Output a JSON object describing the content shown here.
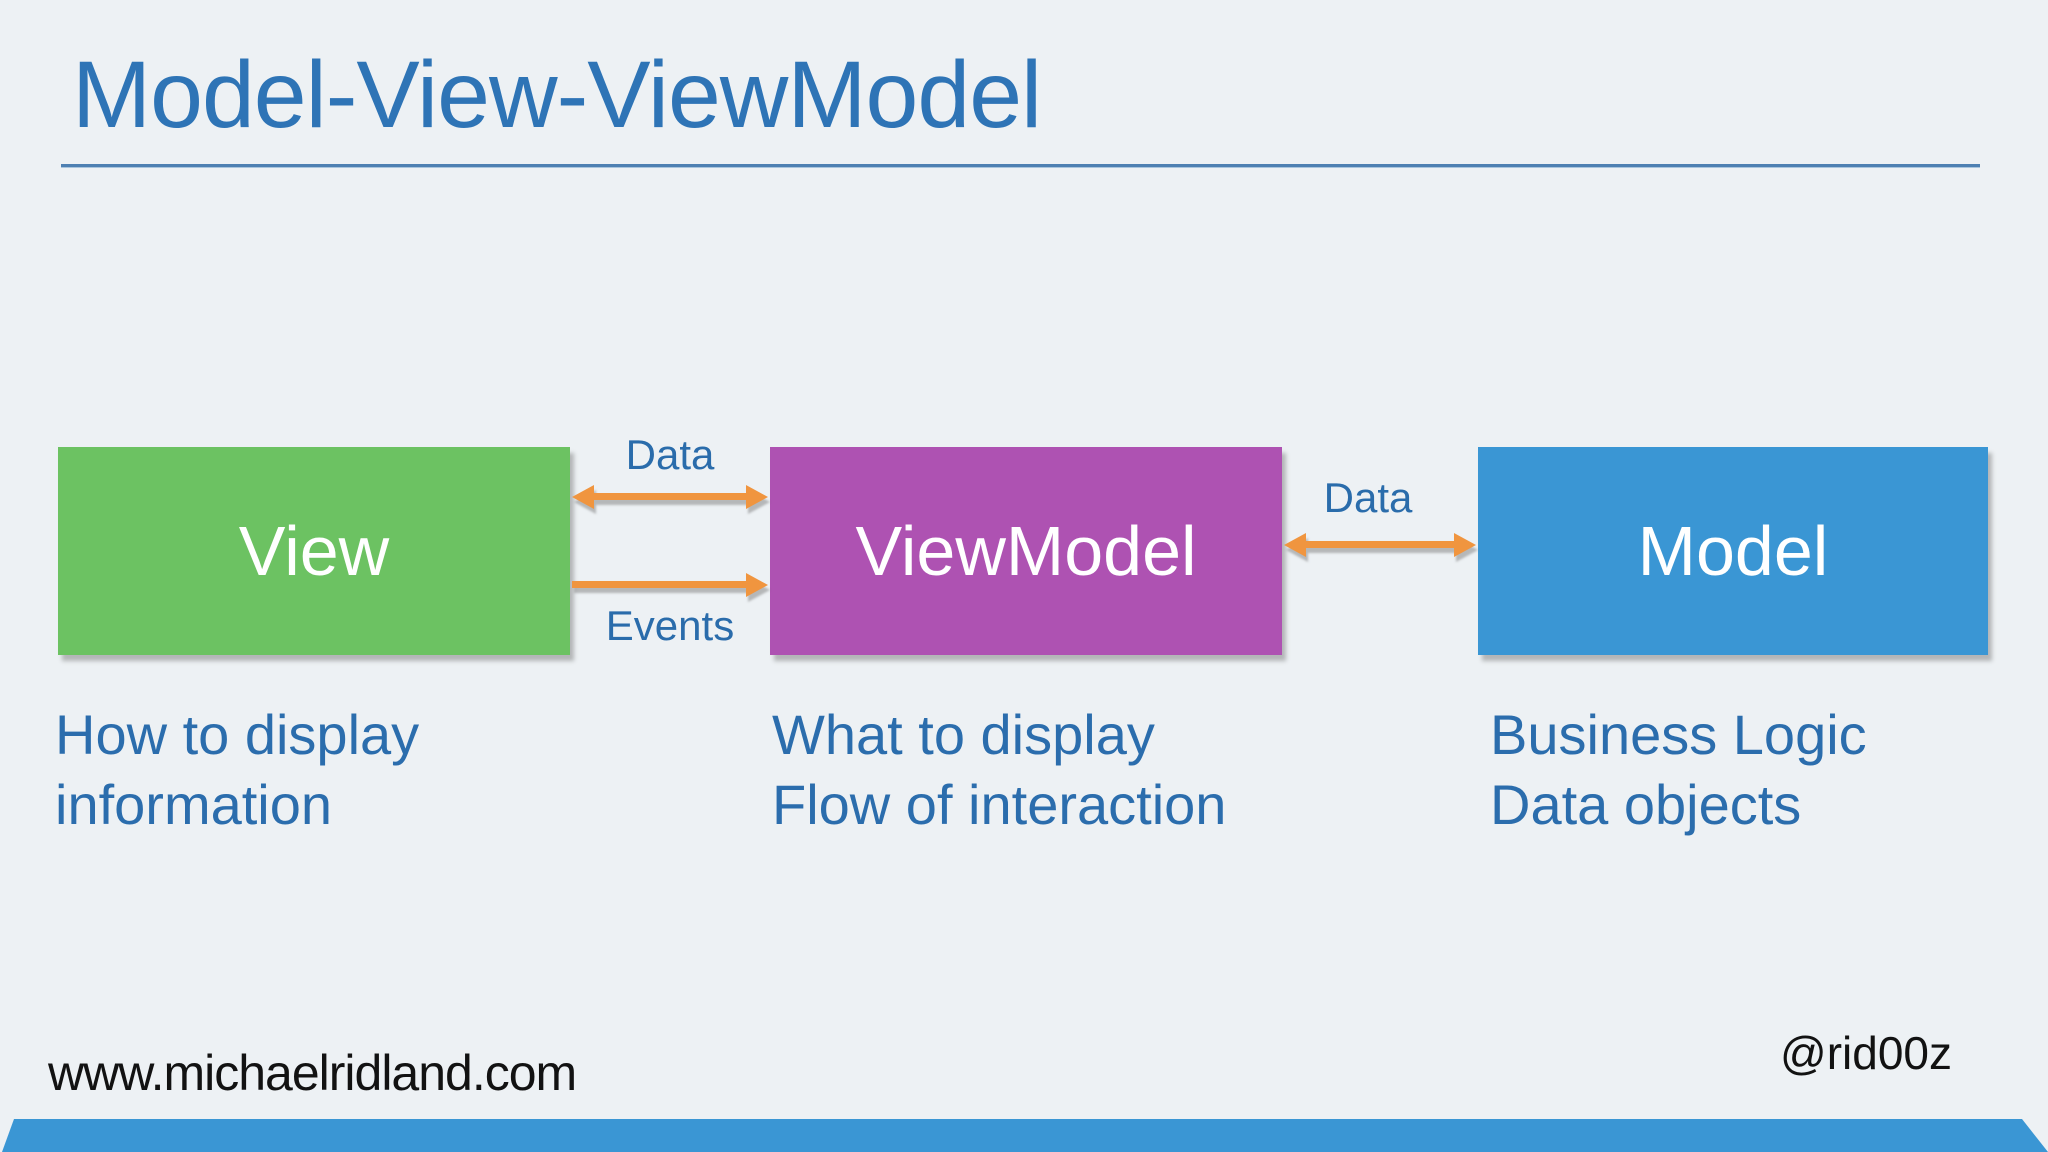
{
  "slide": {
    "title": "Model-View-ViewModel",
    "footer_left": "www.michaelridland.com",
    "footer_right": "@rid00z"
  },
  "diagram": {
    "boxes": [
      {
        "id": "view",
        "label": "View",
        "color": "#6cc262",
        "description": [
          "How to display",
          "information"
        ]
      },
      {
        "id": "viewmodel",
        "label": "ViewModel",
        "color": "#ae52b2",
        "description": [
          "What to display",
          "Flow of interaction"
        ]
      },
      {
        "id": "model",
        "label": "Model",
        "color": "#3a96d4",
        "description": [
          "Business Logic",
          "Data objects"
        ]
      }
    ],
    "connections": [
      {
        "label": "Data",
        "from": "View",
        "to": "ViewModel",
        "direction": "bidirectional"
      },
      {
        "label": "Events",
        "from": "View",
        "to": "ViewModel",
        "direction": "unidirectional"
      },
      {
        "label": "Data",
        "from": "ViewModel",
        "to": "Model",
        "direction": "bidirectional"
      }
    ],
    "colors": {
      "background": "#edf1f4",
      "title_text": "#2e74b6",
      "rule_line": "#4e80b2",
      "label_text": "#2a6cab",
      "description_text": "#2b6dad",
      "arrow": "#f0953f",
      "box_text": "#ffffff",
      "footer_text": "#121212",
      "bottom_bar": "#3a96d4"
    }
  }
}
